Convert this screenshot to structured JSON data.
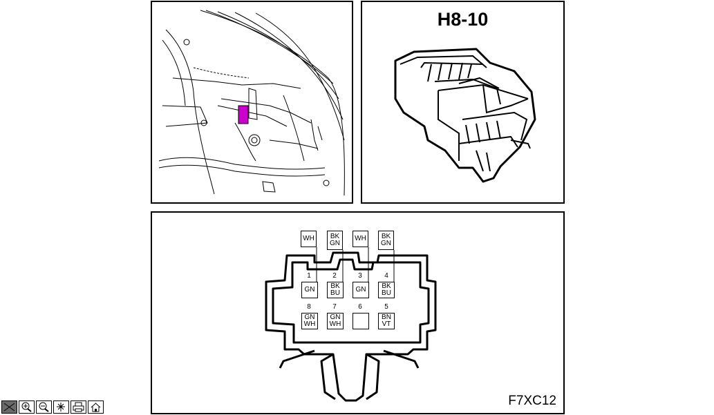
{
  "connector": {
    "id": "H8-10",
    "figure_code": "F7XC12"
  },
  "wires": [
    {
      "label": "WH"
    },
    {
      "label": "BK\nGN"
    },
    {
      "label": "WH"
    },
    {
      "label": "BK\nGN"
    }
  ],
  "pins": [
    {
      "number": "1",
      "color": "GN"
    },
    {
      "number": "2",
      "color": "BK\nBU"
    },
    {
      "number": "3",
      "color": "GN"
    },
    {
      "number": "4",
      "color": "BK\nBU"
    },
    {
      "number": "8",
      "color": "GN\nWH"
    },
    {
      "number": "7",
      "color": "GN\nWH"
    },
    {
      "number": "6",
      "color": ""
    },
    {
      "number": "5",
      "color": "BN\nVT"
    }
  ],
  "highlight_color": "#cc00cc",
  "toolbar": {
    "buttons": [
      "select-icon",
      "zoom-in-icon",
      "zoom-out-icon",
      "pan-icon",
      "print-icon",
      "home-icon"
    ]
  }
}
